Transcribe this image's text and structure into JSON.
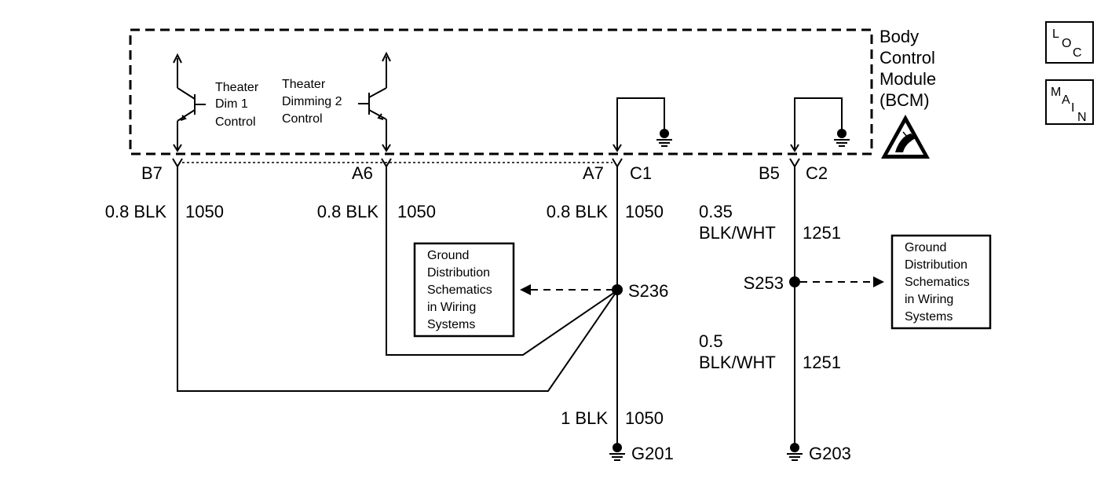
{
  "module": {
    "lines": [
      "Body",
      "Control",
      "Module",
      "(BCM)"
    ]
  },
  "nav": {
    "loc": [
      "L",
      "O",
      "C"
    ],
    "main": [
      "M",
      "A",
      "I",
      "N"
    ]
  },
  "transistors": {
    "t1": [
      "Theater",
      "Dim 1",
      "Control"
    ],
    "t2": [
      "Theater",
      "Dimming 2",
      "Control"
    ]
  },
  "pins": {
    "b7": "B7",
    "a6": "A6",
    "a7": "A7",
    "c1": "C1",
    "b5": "B5",
    "c2": "C2"
  },
  "wires": {
    "w_b7": {
      "size": "0.8 BLK",
      "circuit": "1050"
    },
    "w_a6": {
      "size": "0.8 BLK",
      "circuit": "1050"
    },
    "w_a7": {
      "size": "0.8 BLK",
      "circuit": "1050"
    },
    "w_s236_g201": {
      "size": "1 BLK",
      "circuit": "1050"
    },
    "w_b5": {
      "size_line1": "0.35",
      "size_line2": "BLK/WHT",
      "circuit": "1251"
    },
    "w_s253_g203": {
      "size_line1": "0.5",
      "size_line2": "BLK/WHT",
      "circuit": "1251"
    }
  },
  "splices": {
    "s236": "S236",
    "s253": "S253"
  },
  "grounds": {
    "g201": "G201",
    "g203": "G203"
  },
  "ref_boxes": {
    "left": [
      "Ground",
      "Distribution",
      "Schematics",
      "in Wiring",
      "Systems"
    ],
    "right": [
      "Ground",
      "Distribution",
      "Schematics",
      "in Wiring",
      "Systems"
    ]
  }
}
